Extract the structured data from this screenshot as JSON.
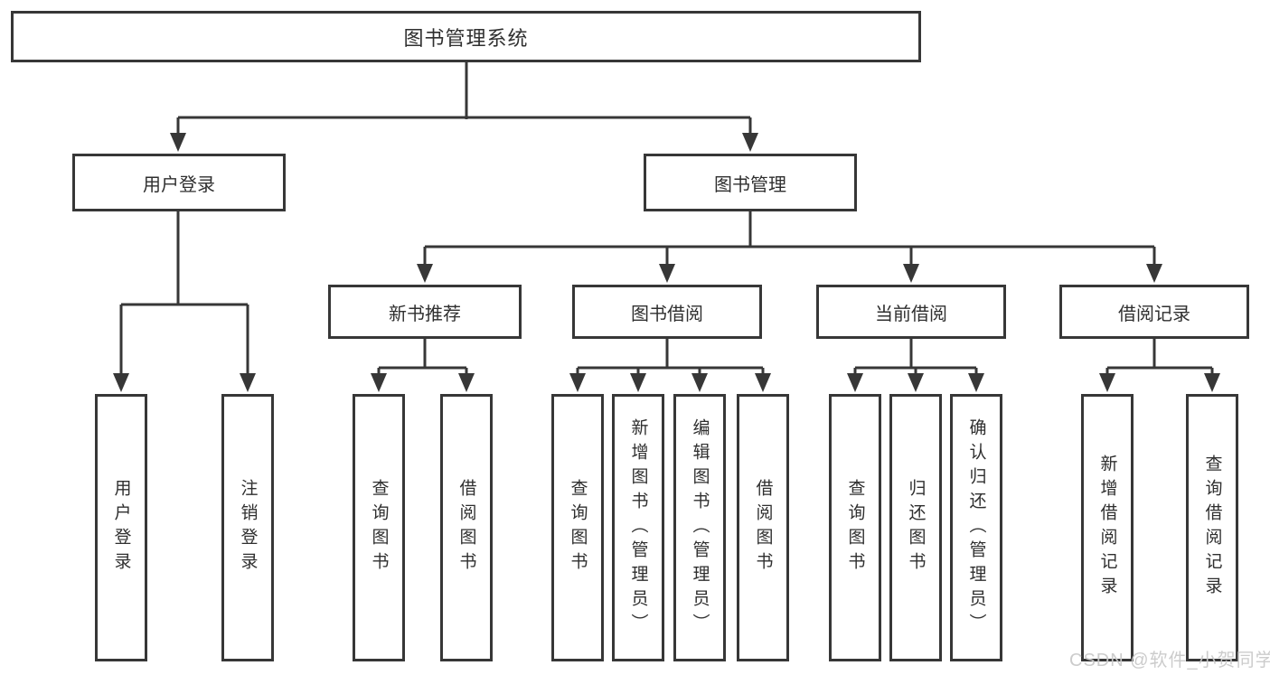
{
  "diagram": {
    "type": "tree",
    "title": "图书管理系统",
    "nodes": {
      "root": {
        "label": "图书管理系统"
      },
      "user_login": {
        "label": "用户登录"
      },
      "book_management": {
        "label": "图书管理"
      },
      "new_book_recommend": {
        "label": "新书推荐"
      },
      "book_borrow": {
        "label": "图书借阅"
      },
      "current_borrow": {
        "label": "当前借阅"
      },
      "borrow_record": {
        "label": "借阅记录"
      },
      "login_leaf": {
        "label": "用户登录"
      },
      "logout_leaf": {
        "label": "注销登录"
      },
      "recommend_query_book": {
        "label": "查询图书"
      },
      "recommend_borrow_book": {
        "label": "借阅图书"
      },
      "borrow_query_book": {
        "label": "查询图书"
      },
      "borrow_add_book": {
        "label": "新增图书（管理员）"
      },
      "borrow_edit_book": {
        "label": "编辑图书（管理员）"
      },
      "borrow_borrow_book": {
        "label": "借阅图书"
      },
      "current_query_book": {
        "label": "查询图书"
      },
      "current_return_book": {
        "label": "归还图书"
      },
      "current_confirm_return": {
        "label": "确认归还（管理员）"
      },
      "record_add": {
        "label": "新增借阅记录"
      },
      "record_query": {
        "label": "查询借阅记录"
      }
    },
    "edges": [
      [
        "root",
        "user_login"
      ],
      [
        "root",
        "book_management"
      ],
      [
        "user_login",
        "login_leaf"
      ],
      [
        "user_login",
        "logout_leaf"
      ],
      [
        "book_management",
        "new_book_recommend"
      ],
      [
        "book_management",
        "book_borrow"
      ],
      [
        "book_management",
        "current_borrow"
      ],
      [
        "book_management",
        "borrow_record"
      ],
      [
        "new_book_recommend",
        "recommend_query_book"
      ],
      [
        "new_book_recommend",
        "recommend_borrow_book"
      ],
      [
        "book_borrow",
        "borrow_query_book"
      ],
      [
        "book_borrow",
        "borrow_add_book"
      ],
      [
        "book_borrow",
        "borrow_edit_book"
      ],
      [
        "book_borrow",
        "borrow_borrow_book"
      ],
      [
        "current_borrow",
        "current_query_book"
      ],
      [
        "current_borrow",
        "current_return_book"
      ],
      [
        "current_borrow",
        "current_confirm_return"
      ],
      [
        "borrow_record",
        "record_add"
      ],
      [
        "borrow_record",
        "record_query"
      ]
    ]
  },
  "watermark": {
    "text": "CSDN @软件_小贺同学"
  },
  "colors": {
    "line": "#373737",
    "box_border": "#373737",
    "text": "#2f2f2f",
    "box_background": "#ffffff",
    "page_background": "#ffffff",
    "watermark": "#c9c9c9"
  }
}
